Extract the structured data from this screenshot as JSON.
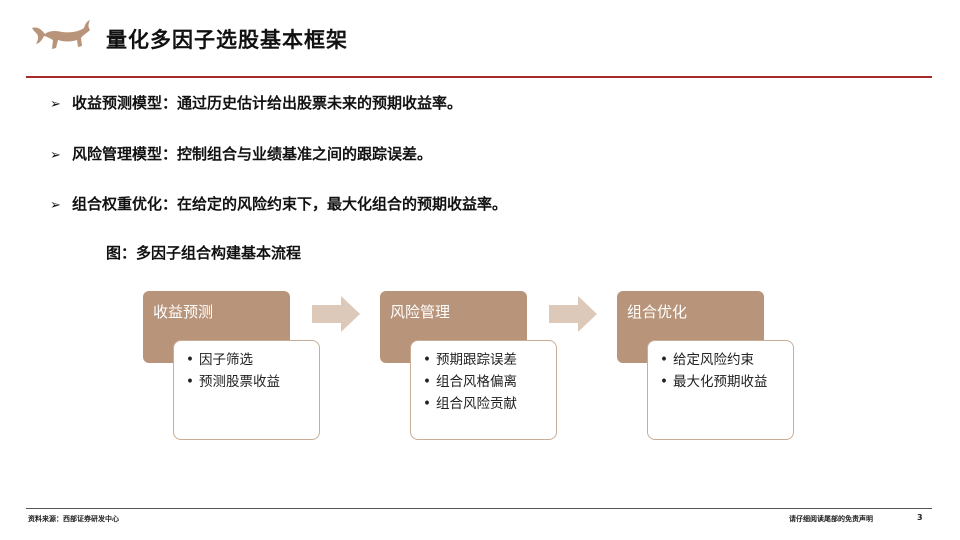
{
  "header": {
    "title": "量化多因子选股基本框架"
  },
  "bullets": [
    {
      "arrow": "➢",
      "text": "收益预测模型：通过历史估计给出股票未来的预期收益率。"
    },
    {
      "arrow": "➢",
      "text": "风险管理模型：控制组合与业绩基准之间的跟踪误差。"
    },
    {
      "arrow": "➢",
      "text": "组合权重优化：在给定的风险约束下，最大化组合的预期收益率。"
    }
  ],
  "figure": {
    "caption": "图：多因子组合构建基本流程",
    "steps": [
      {
        "title": "收益预测",
        "items": [
          "因子筛选",
          "预测股票收益"
        ]
      },
      {
        "title": "风险管理",
        "items": [
          "预期跟踪误差",
          "组合风格偏离",
          "组合风险贡献"
        ]
      },
      {
        "title": "组合优化",
        "items": [
          "给定风险约束",
          "最大化预期收益"
        ]
      }
    ]
  },
  "footer": {
    "source": "资料来源：西部证券研发中心",
    "disclaimer": "请仔细阅读尾部的免责声明",
    "page_number": "3"
  },
  "colors": {
    "accent_red": "#a62a2a",
    "step_brown": "#b8957a",
    "arrow_beige": "#dcc9ba"
  }
}
